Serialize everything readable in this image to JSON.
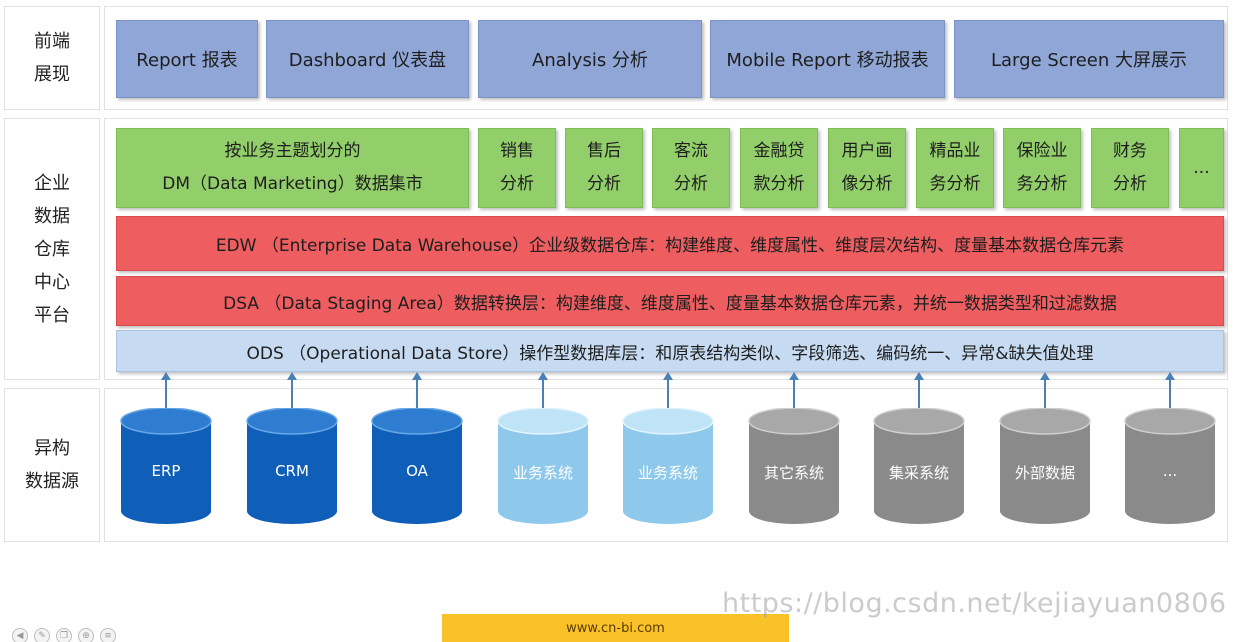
{
  "rows": {
    "frontend": "前端\n展现",
    "warehouse": "企业\n数据\n仓库\n中心\n平台",
    "sources": "异构\n数据源"
  },
  "frontend_boxes": [
    "Report 报表",
    "Dashboard 仪表盘",
    "Analysis 分析",
    "Mobile Report 移动报表",
    "Large Screen 大屏展示"
  ],
  "dm": {
    "main": "按业务主题划分的\nDM（Data Marketing）数据集市",
    "subjects": [
      "销售\n分析",
      "售后\n分析",
      "客流\n分析",
      "金融贷\n款分析",
      "用户画\n像分析",
      "精品业\n务分析",
      "保险业\n务分析",
      "财务\n分析",
      "..."
    ]
  },
  "layers": {
    "edw": "EDW （Enterprise Data Warehouse）企业级数据仓库：构建维度、维度属性、维度层次结构、度量基本数据仓库元素",
    "dsa": "DSA （Data Staging Area）数据转换层：构建维度、维度属性、度量基本数据仓库元素，并统一数据类型和过滤数据",
    "ods": "ODS （Operational Data Store）操作型数据库层：和原表结构类似、字段筛选、编码统一、异常&缺失值处理"
  },
  "sources": [
    {
      "label": "ERP",
      "tone": "dark"
    },
    {
      "label": "CRM",
      "tone": "dark"
    },
    {
      "label": "OA",
      "tone": "dark"
    },
    {
      "label": "业务系统",
      "tone": "light"
    },
    {
      "label": "业务系统",
      "tone": "light"
    },
    {
      "label": "其它系统",
      "tone": "gray"
    },
    {
      "label": "集采系统",
      "tone": "gray"
    },
    {
      "label": "外部数据",
      "tone": "gray"
    },
    {
      "label": "...",
      "tone": "gray"
    }
  ],
  "colors": {
    "frontend": "#8fa6d7",
    "dm": "#92cf6b",
    "red_layer": "#ee5d5f",
    "ods_layer": "#c6dbf1",
    "arrow": "#4a7fb8"
  },
  "footer": "www.cn-bi.com",
  "watermark": "https://blog.csdn.net/kejiayuan0806"
}
